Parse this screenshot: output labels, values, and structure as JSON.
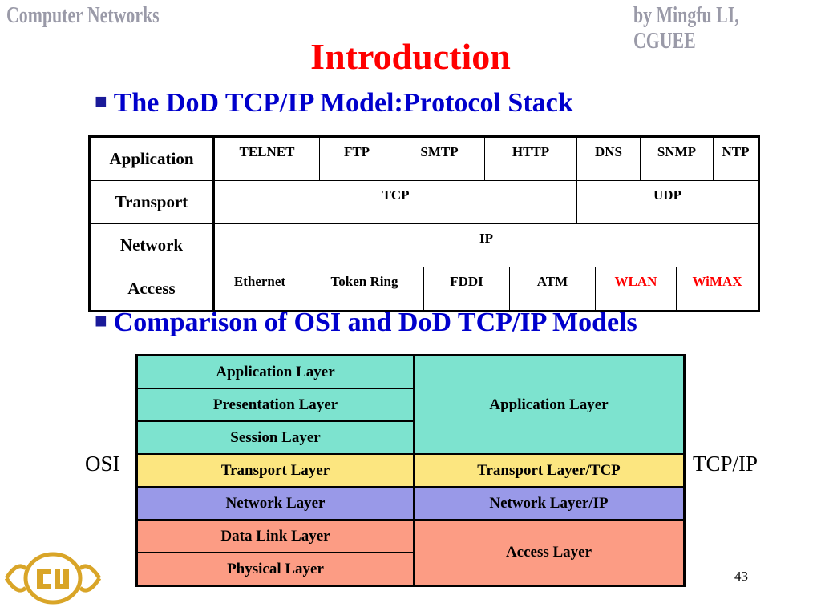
{
  "header": {
    "left": "Computer Networks",
    "right": "by Mingfu LI, CGUEE"
  },
  "title": "Introduction",
  "bullets": {
    "first": "The DoD TCP/IP Model:Protocol Stack",
    "second": "Comparison of OSI and DoD TCP/IP Models",
    "marker": "■"
  },
  "stack": {
    "application": {
      "layer": "Application",
      "protocols": [
        "TELNET",
        "FTP",
        "SMTP",
        "HTTP",
        "DNS",
        "SNMP",
        "NTP"
      ]
    },
    "transport": {
      "layer": "Transport",
      "tcp": "TCP",
      "udp": "UDP"
    },
    "network": {
      "layer": "Network",
      "ip": "IP"
    },
    "access": {
      "layer": "Access",
      "protocols": [
        "Ethernet",
        "Token Ring",
        "FDDI",
        "ATM",
        "WLAN",
        "WiMAX"
      ]
    }
  },
  "comparison": {
    "osi": [
      "Application Layer",
      "Presentation Layer",
      "Session Layer",
      "Transport Layer",
      "Network Layer",
      "Data Link Layer",
      "Physical Layer"
    ],
    "tcpip": [
      "Application Layer",
      "Transport Layer/TCP",
      "Network Layer/IP",
      "Access Layer"
    ],
    "osi_label": "OSI",
    "tcpip_label": "TCP/IP",
    "colors": {
      "application": "#7de3cf",
      "transport": "#fce680",
      "network": "#9999e8",
      "access": "#fc9c84"
    }
  },
  "page_number": "43"
}
